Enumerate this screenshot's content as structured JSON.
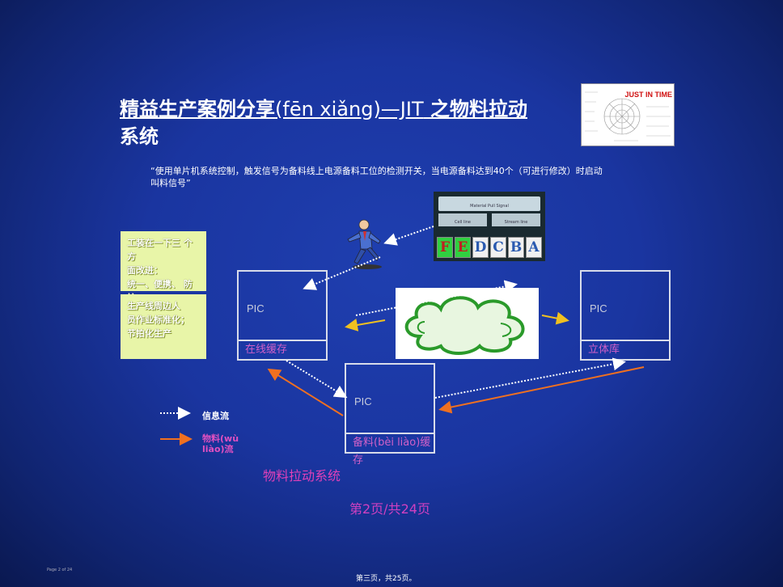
{
  "title": {
    "part1": "精益生产案例分享",
    "part2": "(fēn xiǎng)—JIT",
    "part3": " 之物料拉动",
    "line2": "系统"
  },
  "jit_image": {
    "label": "JUST IN TIME"
  },
  "quote": "“使用单片机系统控制，触发信号为备料线上电源备料工位的检测开关，当电源备料达到40个（可进行修改）时启动叫料信号”",
  "notes": [
    {
      "line1": "工装在一下三 个方",
      "line2": "面改进：",
      "line3": "统一、便携、 防护"
    },
    {
      "line1": "生产线周边人",
      "line2": "员作业标准化；",
      "line3": "节拍化生产"
    }
  ],
  "signal_panel": {
    "header": "Material Pull Signal",
    "left": "Cell line",
    "right": "Stream line",
    "letters": [
      "F",
      "E",
      "D",
      "C",
      "B",
      "A"
    ]
  },
  "boxes": {
    "online": {
      "pic": "PIC",
      "label": "在线缓存"
    },
    "warehouse": {
      "pic": "PIC",
      "label": "立体库"
    },
    "prep": {
      "pic": "PIC",
      "label": "备料(bèi liào)缓存"
    }
  },
  "legend": {
    "info": "信息流",
    "material_line1": "物料(wù",
    "material_line2": "liào)流"
  },
  "system_label": "物料拉动系统",
  "page_counter": "第2页/共24页",
  "footer": "第三页，共25页。",
  "tiny_text": "Page 2 of 24",
  "colors": {
    "info_flow": "#ffffff",
    "material_flow": "#f07020",
    "accent_pink": "#d040c0",
    "note_bg": "#e8f5a8"
  }
}
